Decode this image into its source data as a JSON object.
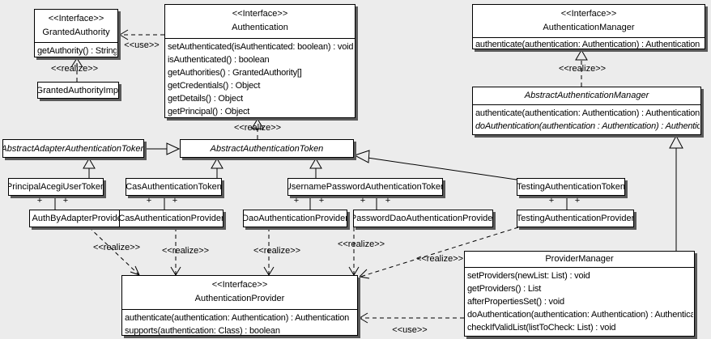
{
  "labels": {
    "realize": "&lt;&lt;realize&gt;&gt;",
    "use": "&lt;&lt;use&gt;&gt;",
    "plus": "+"
  },
  "edge_labels": {
    "realize": "<<realize>>",
    "use": "<<use>>",
    "plus": "+"
  },
  "classes": {
    "granted_authority": {
      "stereotype": "<<Interface>>",
      "name": "GrantedAuthority",
      "methods": [
        "getAuthority() : String"
      ]
    },
    "granted_authority_impl": {
      "name": "GrantedAuthorityImpl"
    },
    "authentication": {
      "stereotype": "<<Interface>>",
      "name": "Authentication",
      "methods": [
        "setAuthenticated(isAuthenticated: boolean) : void",
        "isAuthenticated() : boolean",
        "getAuthorities() : GrantedAuthority[]",
        "getCredentials() : Object",
        "getDetails() : Object",
        "getPrincipal() : Object"
      ]
    },
    "authentication_manager": {
      "stereotype": "<<Interface>>",
      "name": "AuthenticationManager",
      "methods": [
        "authenticate(authentication: Authentication) : Authentication"
      ]
    },
    "abstract_authentication_manager": {
      "name": "AbstractAuthenticationManager",
      "methods": [
        "authenticate(authentication: Authentication) : Authentication",
        "doAuthentication(authentication : Authentication) : Authentication"
      ]
    },
    "abstract_adapter_authentication_token": {
      "name": "AbstractAdapterAuthenticationToken"
    },
    "abstract_authentication_token": {
      "name": "AbstractAuthenticationToken"
    },
    "principal_acegi_user_token": {
      "name": "PrincipalAcegiUserToken"
    },
    "cas_authentication_token": {
      "name": "CasAuthenticationToken"
    },
    "username_password_authentication_token": {
      "name": "UsernamePasswordAuthenticationToken"
    },
    "testing_authentication_token": {
      "name": "TestingAuthenticationToken"
    },
    "auth_by_adapter_provider": {
      "name": "AuthByAdapterProvider"
    },
    "cas_authentication_provider": {
      "name": "CasAuthenticationProvider"
    },
    "dao_authentication_provider": {
      "name": "DaoAuthenticationProvider"
    },
    "password_dao_authentication_provider": {
      "name": "PasswordDaoAuthenticationProvider"
    },
    "testing_authentication_provider": {
      "name": "TestingAuthenticationProvider"
    },
    "authentication_provider": {
      "stereotype": "<<Interface>>",
      "name": "AuthenticationProvider",
      "methods": [
        "authenticate(authentication: Authentication) : Authentication",
        "supports(authentication: Class) : boolean"
      ]
    },
    "provider_manager": {
      "name": "ProviderManager",
      "methods": [
        "setProviders(newList: List) : void",
        "getProviders() : List",
        "afterPropertiesSet() : void",
        "doAuthentication(authentication: Authentication) : Authentication",
        "checkIfValidList(listToCheck: List) : void"
      ]
    }
  },
  "colors": {
    "background": "#ececec",
    "box_fill": "#ffffff",
    "box_border": "#000000",
    "box_shadow": "#5a5a5a"
  }
}
